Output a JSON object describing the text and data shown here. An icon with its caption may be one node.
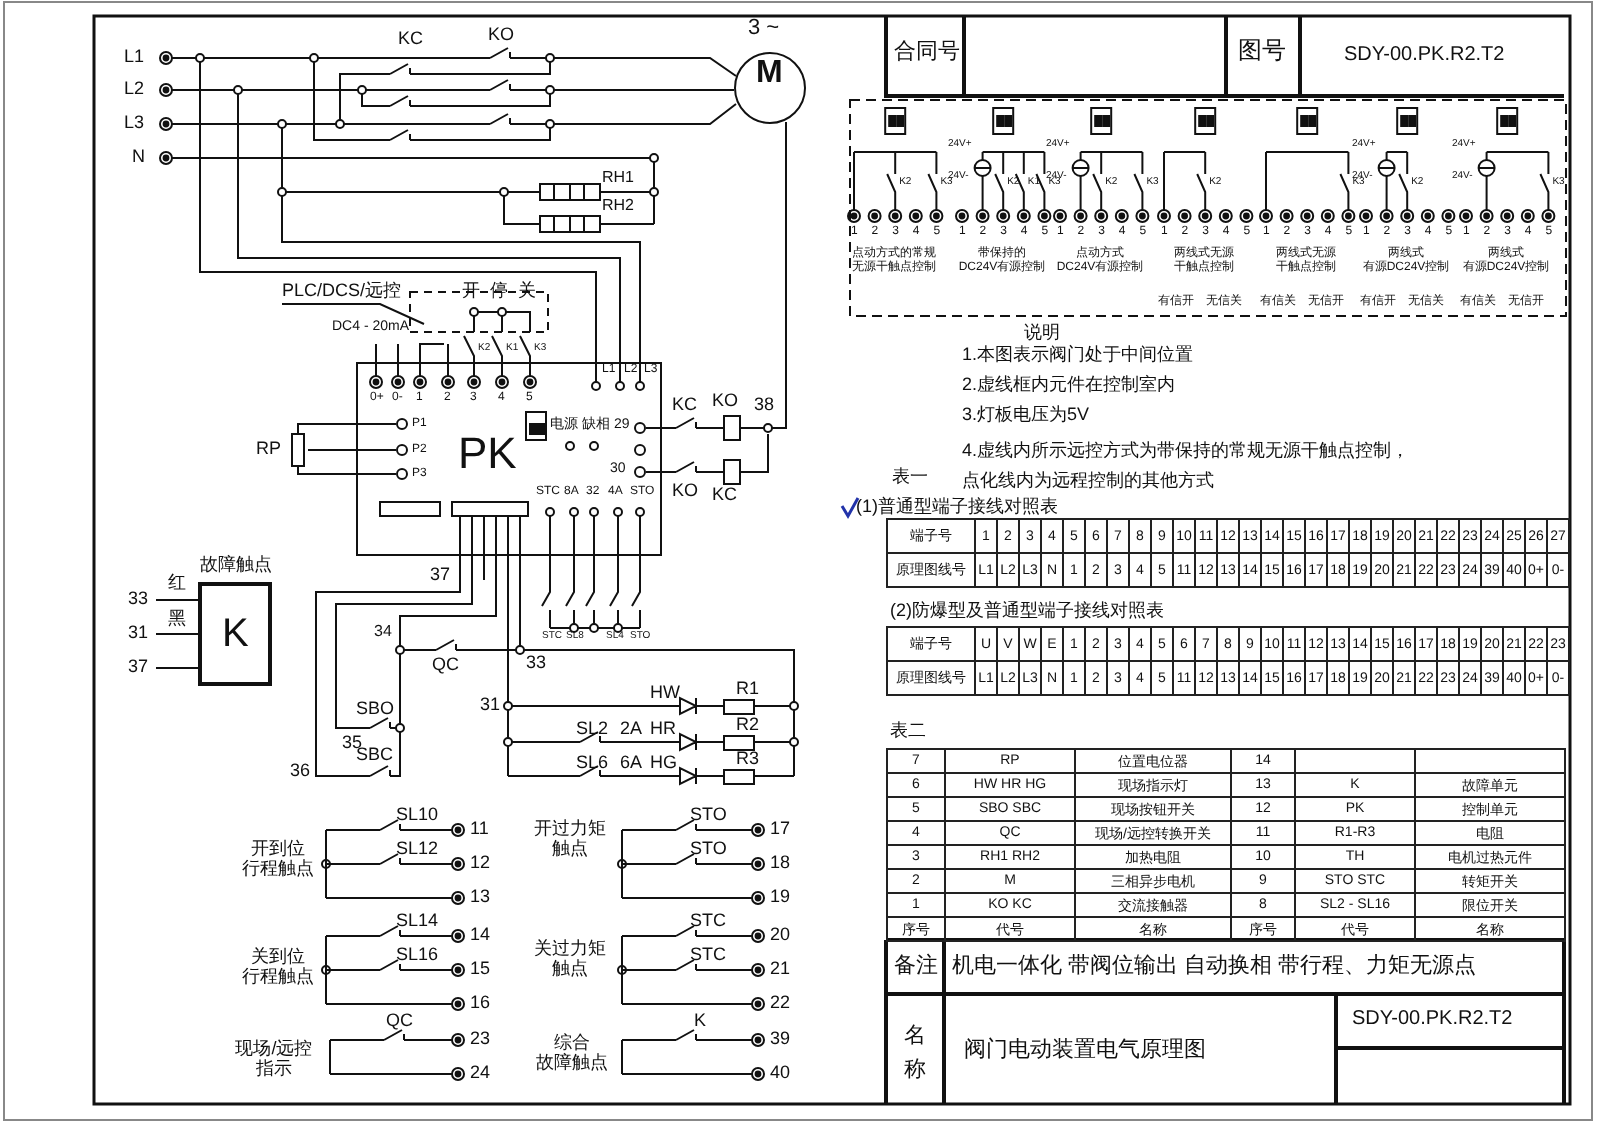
{
  "diagram": {
    "nodes": [
      {
        "text": [
          "M"
        ],
        "beside": [
          "3 ~"
        ]
      },
      {
        "text": [
          "PK"
        ]
      },
      {
        "text": [
          "故障触点",
          "K"
        ]
      }
    ],
    "labels": [
      "L1",
      "L2",
      "L3",
      "N",
      "KC",
      "KO",
      "RH1",
      "RH2",
      "PLC/DCS/远控",
      "开",
      "停",
      "关",
      "DC4 - 20mA",
      "K2",
      "K1",
      "K3",
      "L1",
      "L2",
      "L3",
      "0+",
      "0-",
      "1",
      "2",
      "3",
      "4",
      "5",
      "P1",
      "P2",
      "P3",
      "RP",
      "电源",
      "缺相",
      "29",
      "30",
      "KC",
      "KO",
      "38",
      "STC",
      "8A",
      "32",
      "4A",
      "STO",
      "KO",
      "KC",
      "红",
      "黑",
      "33",
      "31",
      "37",
      "37",
      "STC",
      "SL8",
      "SL4",
      "STO",
      "34",
      "QC",
      "33",
      "31",
      "HW",
      "R1",
      "SBO",
      "35",
      "SBC",
      "36",
      "SL2",
      "2A",
      "HR",
      "R2",
      "SL6",
      "6A",
      "HG",
      "R3",
      "开到位行程触点",
      "SL10",
      "11",
      "SL12",
      "12",
      "13",
      "开过力矩触点",
      "STO",
      "17",
      "STO",
      "18",
      "19",
      "关到位行程触点",
      "SL14",
      "14",
      "SL16",
      "15",
      "16",
      "关过力矩触点",
      "STC",
      "20",
      "STC",
      "21",
      "22",
      "现场/远控指示",
      "QC",
      "23",
      "24",
      "综合故障触点",
      "K",
      "39",
      "40",
      "合同号",
      "图号",
      "SDY-00.PK.R2.T2",
      "K2",
      "K3",
      "1",
      "2",
      "3",
      "4",
      "5",
      "点动方式的常规无源干触点控制",
      "24V+",
      "24V-",
      "K2",
      "K1",
      "K3",
      "1",
      "2",
      "3",
      "4",
      "5",
      "带保持的DC24V有源控制",
      "24V+",
      "24V-",
      "K2",
      "K3",
      "1",
      "2",
      "3",
      "4",
      "5",
      "点动方式DC24V有源控制",
      "K2",
      "1",
      "2",
      "3",
      "4",
      "5",
      "两线式无源干触点控制",
      "有信开",
      "无信关",
      "K3",
      "1",
      "2",
      "3",
      "4",
      "5",
      "两线式无源干触点控制",
      "有信关",
      "无信开",
      "24V+",
      "24V-",
      "K2",
      "1",
      "2",
      "3",
      "4",
      "5",
      "两线式有源DC24V控制",
      "有信开",
      "无信关",
      "24V+",
      "24V-",
      "K3",
      "1",
      "2",
      "3",
      "4",
      "5",
      "两线式有源DC24V控制",
      "有信关",
      "无信开",
      "说明",
      "1.本图表示阀门处于中间位置",
      "2.虚线框内元件在控制室内",
      "3.灯板电压为5V",
      "4.虚线内所示远控方式为带保持的常规无源干触点控制，点化线内为远程控制的其他方式",
      "表一",
      "(1)普通型端子接线对照表",
      "端子号",
      "1",
      "2",
      "3",
      "4",
      "5",
      "6",
      "7",
      "8",
      "9",
      "10",
      "11",
      "12",
      "13",
      "14",
      "15",
      "16",
      "17",
      "18",
      "19",
      "20",
      "21",
      "22",
      "23",
      "24",
      "25",
      "26",
      "27",
      "原理图线号",
      "L1",
      "L2",
      "L3",
      "N",
      "1",
      "2",
      "3",
      "4",
      "5",
      "11",
      "12",
      "13",
      "14",
      "15",
      "16",
      "17",
      "18",
      "19",
      "20",
      "21",
      "22",
      "23",
      "24",
      "39",
      "40",
      "0+",
      "0-",
      "(2)防爆型及普通型端子接线对照表",
      "端子号",
      "U",
      "V",
      "W",
      "E",
      "1",
      "2",
      "3",
      "4",
      "5",
      "6",
      "7",
      "8",
      "9",
      "10",
      "11",
      "12",
      "13",
      "14",
      "15",
      "16",
      "17",
      "18",
      "19",
      "20",
      "21",
      "22",
      "23",
      "原理图线号",
      "L1",
      "L2",
      "L3",
      "N",
      "1",
      "2",
      "3",
      "4",
      "5",
      "11",
      "12",
      "13",
      "14",
      "15",
      "16",
      "17",
      "18",
      "19",
      "20",
      "21",
      "22",
      "23",
      "24",
      "39",
      "40",
      "0+",
      "0-",
      "表二",
      "7",
      "RP",
      "位置电位器",
      "14",
      "6",
      "HW HR HG",
      "现场指示灯",
      "13",
      "K",
      "故障单元",
      "5",
      "SBO SBC",
      "现场按钮开关",
      "12",
      "PK",
      "控制单元",
      "4",
      "QC",
      "现场/远控转换开关",
      "11",
      "R1-R3",
      "电阻",
      "3",
      "RH1 RH2",
      "加热电阻",
      "10",
      "TH",
      "电机过热元件",
      "2",
      "M",
      "三相异步电机",
      "9",
      "STO STC",
      "转矩开关",
      "1",
      "KO KC",
      "交流接触器",
      "8",
      "SL2 - SL16",
      "限位开关",
      "序号",
      "代号",
      "名称",
      "序号",
      "代号",
      "名称",
      "备注",
      "机电一体化 带阀位输出 自动换相 带行程、力矩无源点",
      "名称",
      "阀门电动装置电气原理图",
      "SDY-00.PK.R2.T2"
    ]
  }
}
